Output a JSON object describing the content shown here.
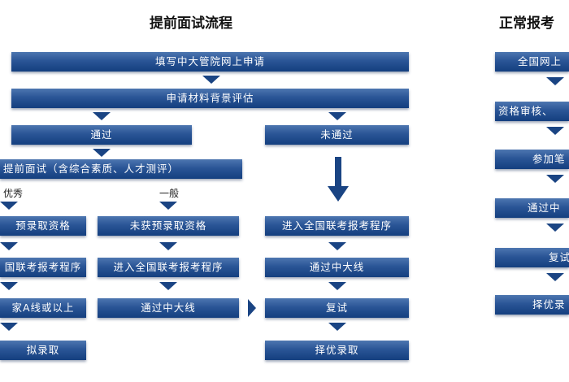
{
  "left_title": "提前面试流程",
  "right_title": "正常报考",
  "boxes": {
    "apply": "填写中大管院网上申请",
    "assess": "申请材料背景评估",
    "pass": "通过",
    "fail": "未通过",
    "interview": "提前面试（含综合素质、人才测评）",
    "c1_r1": "预录取资格",
    "c1_r2": "国联考报考程序",
    "c1_r3": "家A线或以上",
    "c1_r4": "拟录取",
    "c2_r1": "未获预录取资格",
    "c2_r2": "进入全国联考报考程序",
    "c2_r3": "通过中大线",
    "c3_r1": "进入全国联考报考程序",
    "c3_r2": "通过中大线",
    "c3_r3": "复试",
    "c3_r4": "择优录取",
    "r_1": "全国网上",
    "r_2": "资格审核、",
    "r_3": "参加笔",
    "r_4": "通过中",
    "r_5": "复试",
    "r_6": "择优录"
  },
  "labels": {
    "excellent": "优秀",
    "average": "一般"
  },
  "colors": {
    "box_dark": "#143f7f",
    "box_light": "#4d76b0",
    "arrow": "#1a4483"
  }
}
